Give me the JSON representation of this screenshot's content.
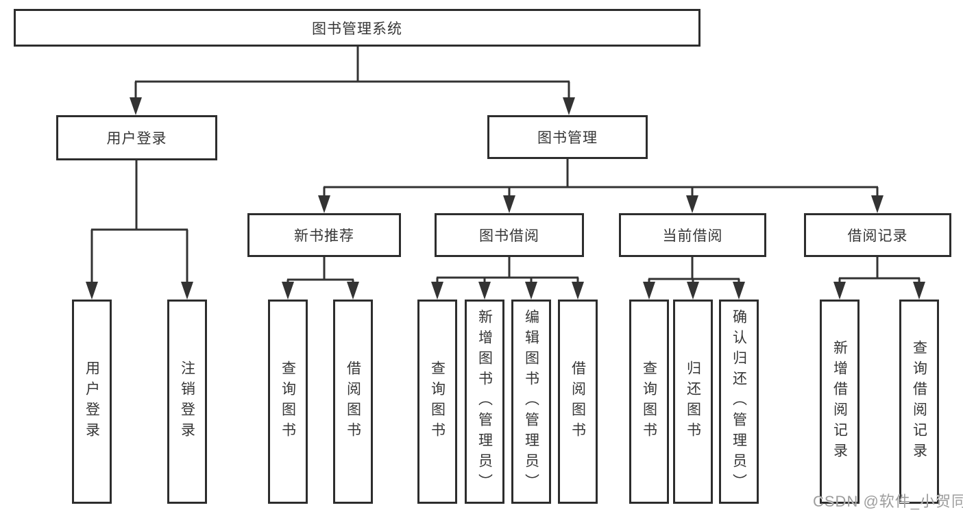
{
  "diagram": {
    "root": {
      "label": "图书管理系统"
    },
    "children": [
      {
        "label": "用户登录",
        "children": [
          {
            "label": "用户登录"
          },
          {
            "label": "注销登录"
          }
        ]
      },
      {
        "label": "图书管理",
        "children": [
          {
            "label": "新书推荐",
            "children": [
              {
                "label": "查询图书"
              },
              {
                "label": "借阅图书"
              }
            ]
          },
          {
            "label": "图书借阅",
            "children": [
              {
                "label": "查询图书"
              },
              {
                "label": "新增图书（管理员）"
              },
              {
                "label": "编辑图书（管理员）"
              },
              {
                "label": "借阅图书"
              }
            ]
          },
          {
            "label": "当前借阅",
            "children": [
              {
                "label": "查询图书"
              },
              {
                "label": "归还图书"
              },
              {
                "label": "确认归还（管理员）"
              }
            ]
          },
          {
            "label": "借阅记录",
            "children": [
              {
                "label": "新增借阅记录"
              },
              {
                "label": "查询借阅记录"
              }
            ]
          }
        ]
      }
    ]
  },
  "watermark": {
    "text": "CSDN @软件_小贺同学"
  },
  "colors": {
    "line": "#333333",
    "box_border": "#2d2d2d",
    "text": "#363636",
    "watermark": "#9d9d9d",
    "background": "#ffffff"
  }
}
